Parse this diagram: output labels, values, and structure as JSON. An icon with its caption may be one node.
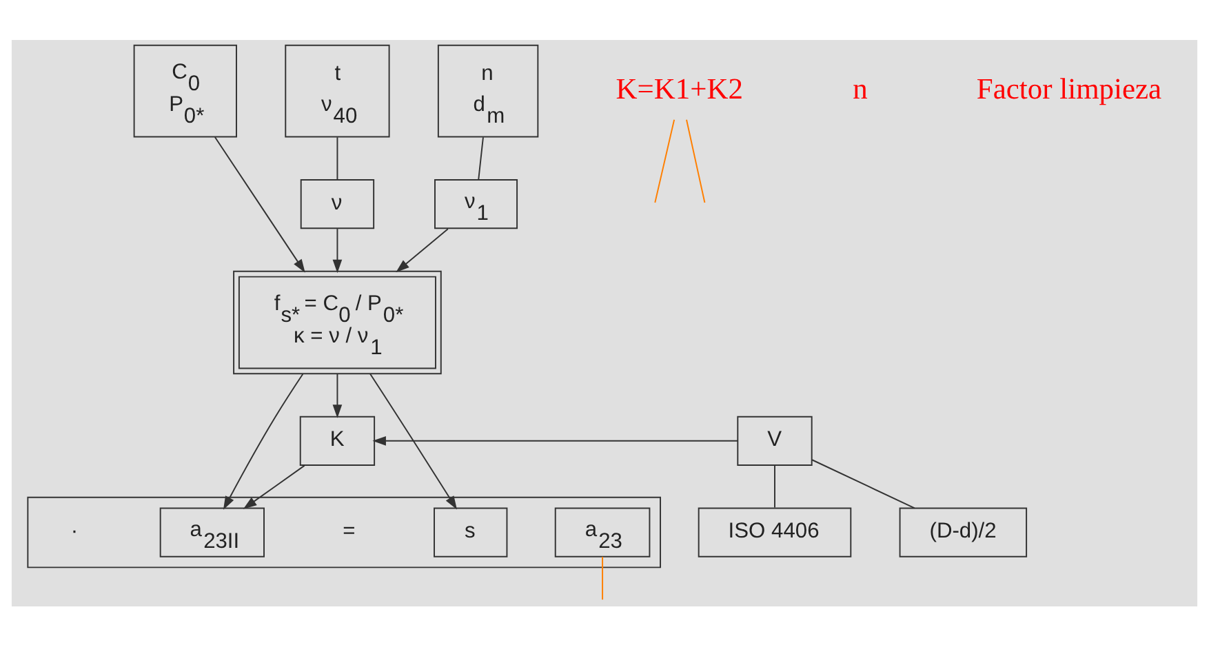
{
  "diagram": {
    "nodes": [
      {
        "text": [
          "C$_{0}$",
          "P$_{0*}$"
        ]
      },
      {
        "text": [
          "t",
          "ν$_{40}$"
        ]
      },
      {
        "text": [
          "n",
          "d$_{m}$"
        ]
      },
      {
        "text": [
          "f$_{s*}$ = C$_{0}$ / P$_{0*}$",
          "κ = ν / ν$_{1}$"
        ]
      },
      {
        "text": [
          "ν"
        ]
      },
      {
        "text": [
          "ν$_{1}$"
        ]
      },
      {
        "text": [
          "K"
        ]
      },
      {
        "text": [
          "V"
        ]
      },
      {
        "text": [
          "(D-d)/2"
        ]
      },
      {
        "text": [
          "ISO 4406"
        ]
      },
      {
        "text": [],
        "shape": "box"
      },
      {
        "text": [
          "a$_{23II}$"
        ],
        "in": 10
      },
      {
        "text": [
          "s"
        ],
        "in": 10
      },
      {
        "text": [
          "a$_{23}$"
        ],
        "in": 10
      },
      {
        "text": [
          "K=K1+K2"
        ]
      }
    ],
    "edges": [
      {
        "from": 0,
        "to": 3,
        "arrow": "to"
      },
      {
        "from": 1,
        "to": 4,
        "arrow": "none"
      },
      {
        "from": 2,
        "to": 5,
        "arrow": "none"
      },
      {
        "from": 4,
        "to": 3,
        "arrow": "to"
      },
      {
        "from": 5,
        "to": 3,
        "arrow": "to"
      },
      {
        "from": 3,
        "to": 11,
        "arrow": "to"
      },
      {
        "from": 3,
        "to": 6,
        "arrow": "to"
      },
      {
        "from": 7,
        "to": 6,
        "arrow": "to"
      },
      {
        "from": 3,
        "to": 12,
        "arrow": "to"
      },
      {
        "from": 6,
        "to": 11,
        "arrow": "to"
      },
      {
        "from": 7,
        "to": 8,
        "arrow": "none"
      },
      {
        "from": 7,
        "to": 9,
        "arrow": "none"
      },
      {
        "from": 14,
        "to": null,
        "arrow": "none",
        "color": "#ff7f00"
      },
      {
        "from": 14,
        "to": null,
        "arrow": "none",
        "color": "#ff7f00"
      },
      {
        "from": 13,
        "to": null,
        "arrow": "none",
        "color": "#ff7f00"
      }
    ],
    "labels": [
      "n",
      "·",
      "=",
      "Factor limpieza"
    ]
  }
}
